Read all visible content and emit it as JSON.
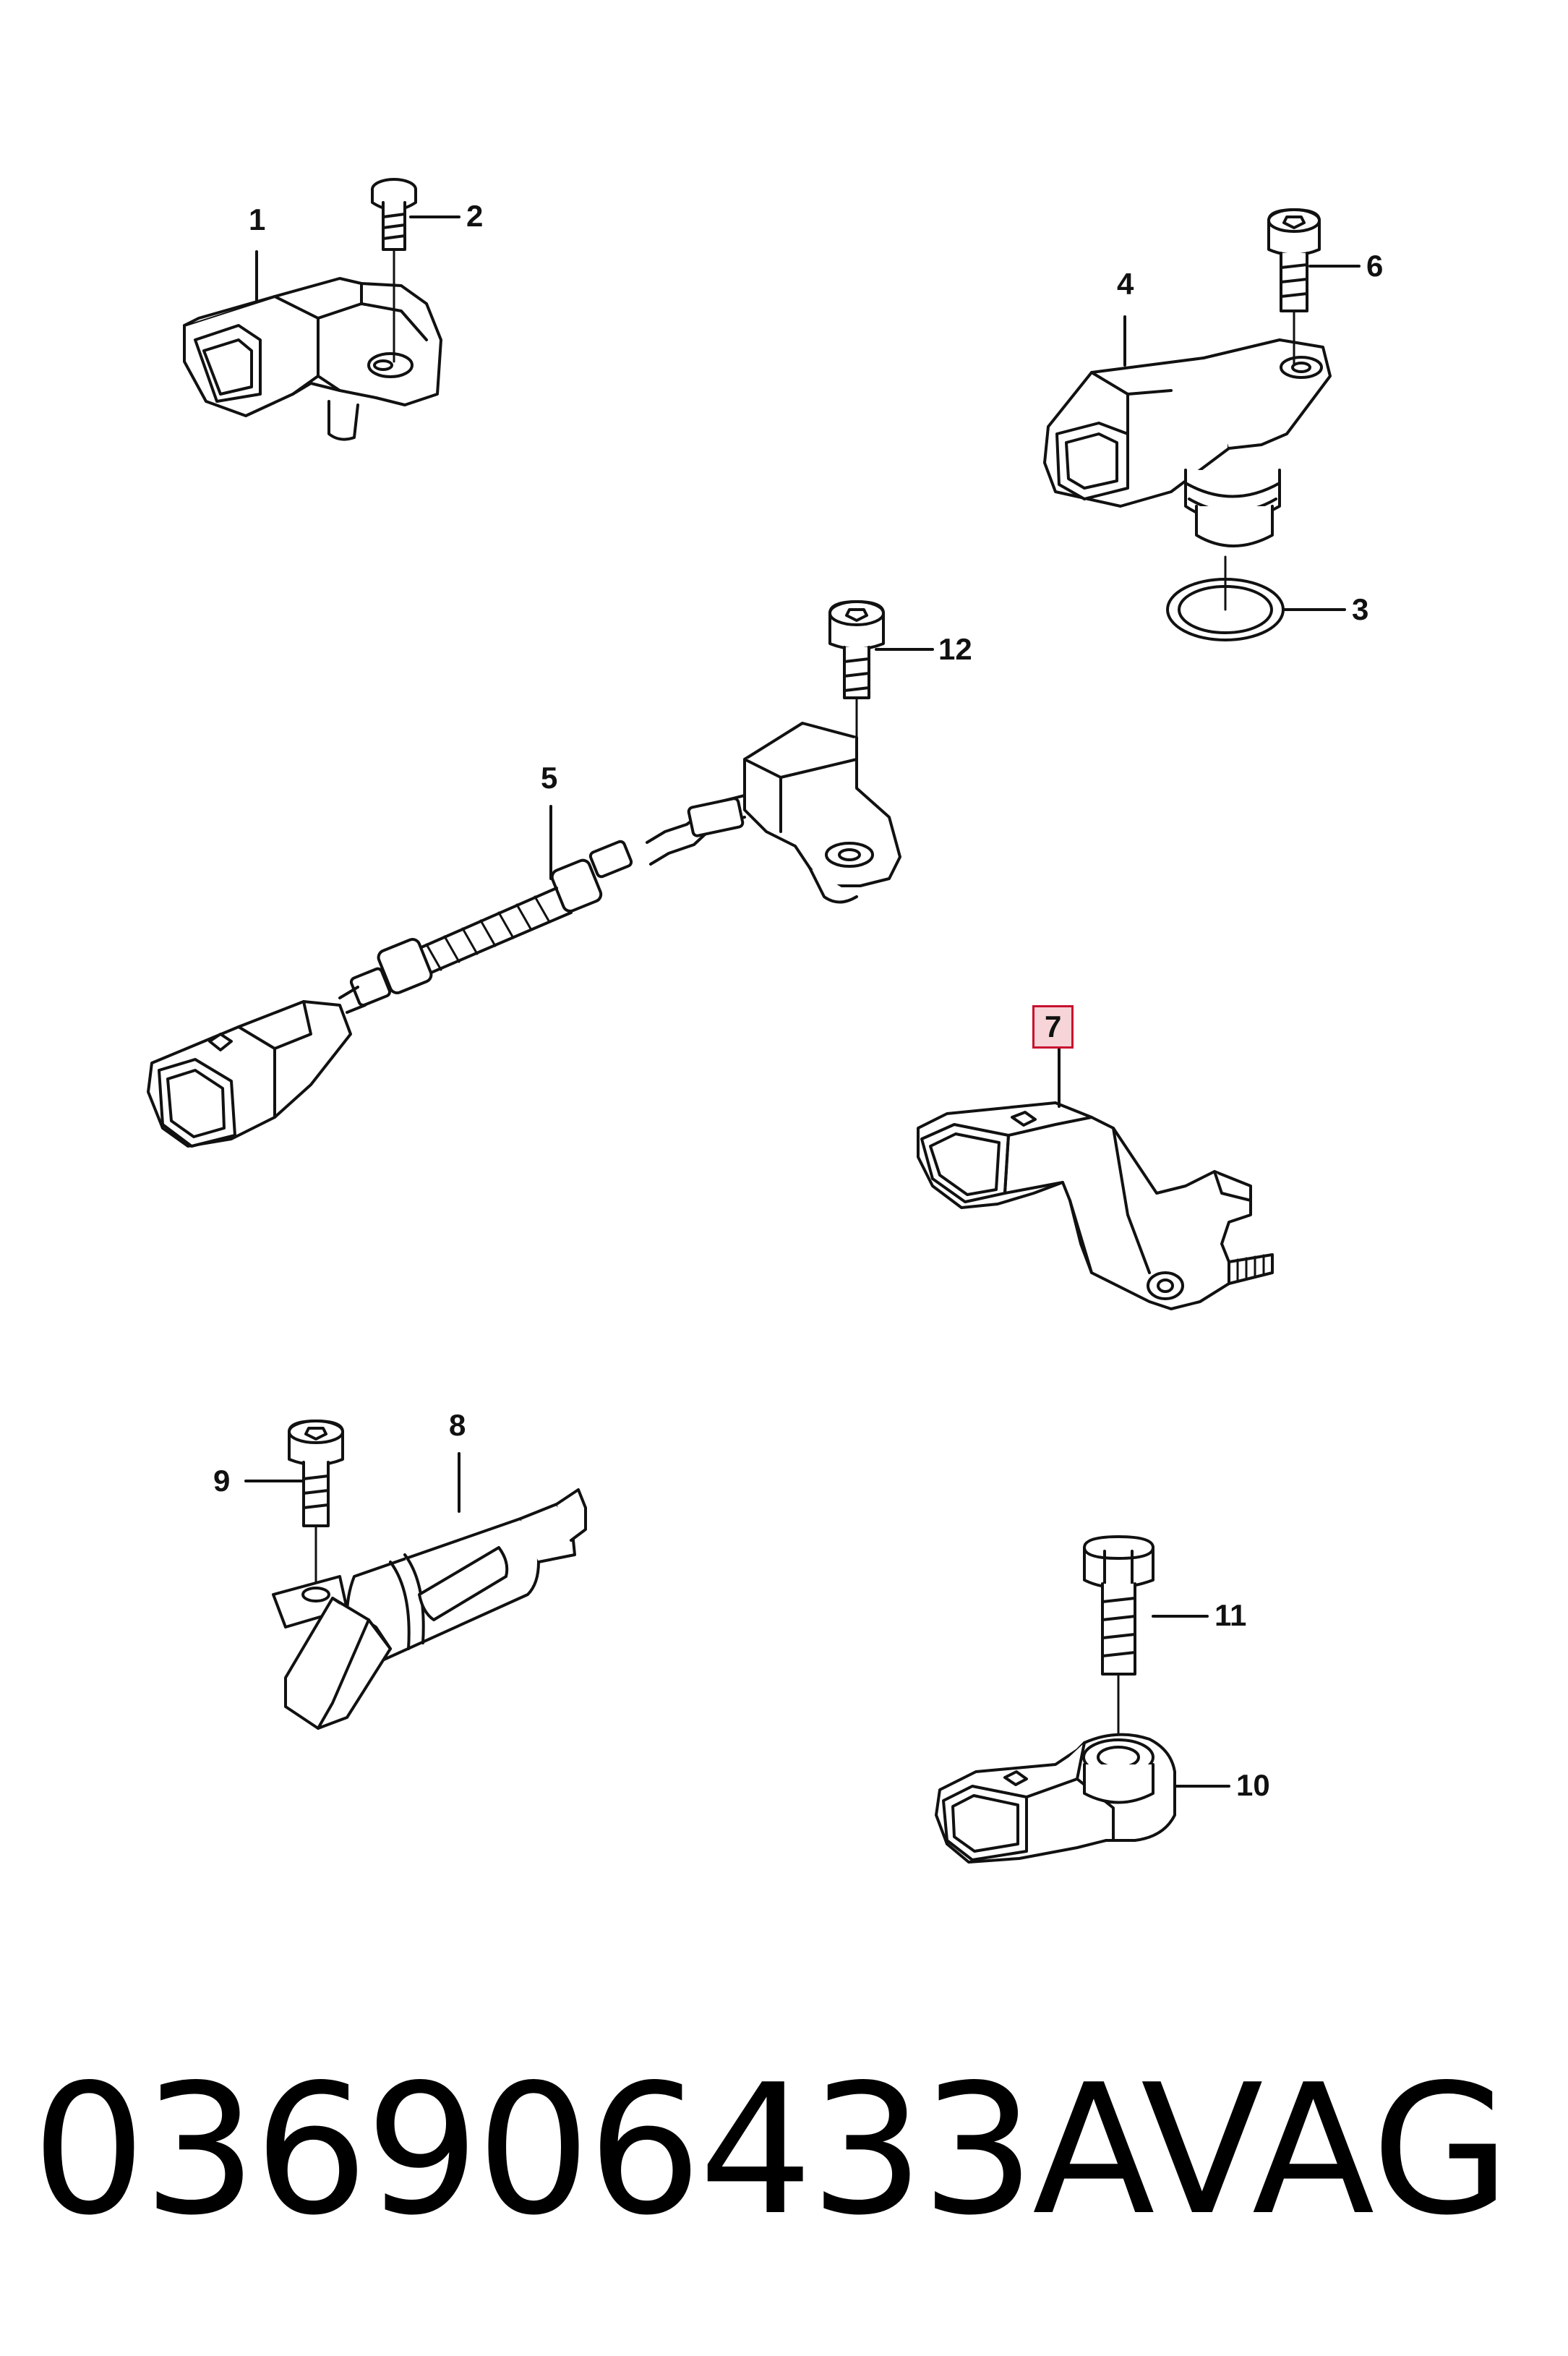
{
  "diagram": {
    "callouts": {
      "c1": "1",
      "c2": "2",
      "c3": "3",
      "c4": "4",
      "c5": "5",
      "c6": "6",
      "c7": "7",
      "c8": "8",
      "c9": "9",
      "c10": "10",
      "c11": "11",
      "c12": "12"
    },
    "highlighted_callout": "7",
    "highlight_color": "#c8102e",
    "highlight_fill": "#f6d4d8"
  },
  "caption": {
    "part_number": "036906433A",
    "brand": "VAG"
  }
}
